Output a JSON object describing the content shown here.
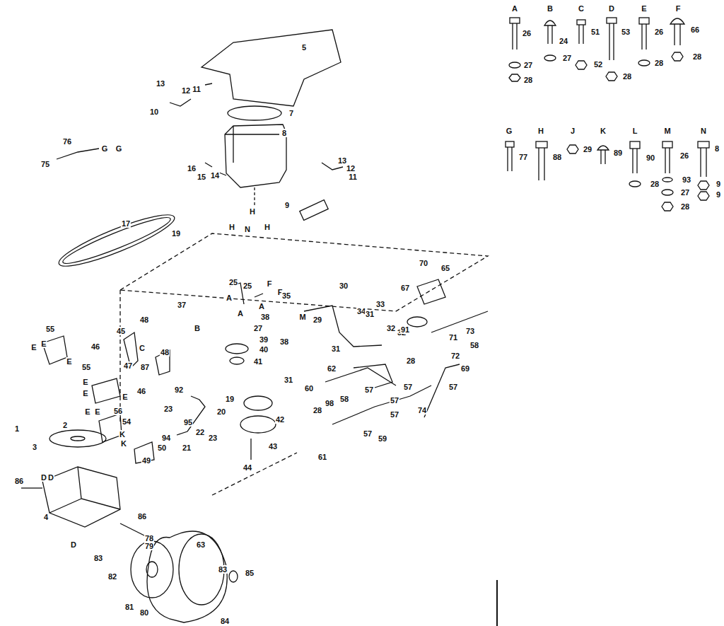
{
  "diagram": {
    "labels": [
      "A",
      "26",
      "27",
      "28",
      "B",
      "24",
      "27",
      "C",
      "51",
      "52",
      "D",
      "53",
      "28",
      "E",
      "26",
      "28",
      "F",
      "66",
      "28",
      "G",
      "77",
      "H",
      "88",
      "J",
      "29",
      "K",
      "89",
      "L",
      "90",
      "28",
      "M",
      "26",
      "93",
      "27",
      "28",
      "N",
      "8",
      "9",
      "9",
      "5",
      "7",
      "8",
      "13",
      "12",
      "11",
      "10",
      "16",
      "15",
      "14",
      "13",
      "12",
      "11",
      "9",
      "76",
      "G",
      "G",
      "75",
      "17",
      "19",
      "H",
      "H",
      "N",
      "H",
      "25",
      "25",
      "F",
      "F",
      "35",
      "37",
      "A",
      "A",
      "A",
      "38",
      "M",
      "38",
      "27",
      "39",
      "40",
      "41",
      "B",
      "45",
      "48",
      "C",
      "48",
      "46",
      "47",
      "87",
      "46",
      "55",
      "E",
      "E",
      "E",
      "55",
      "E",
      "E",
      "E",
      "E",
      "E",
      "56",
      "54",
      "K",
      "K",
      "92",
      "19",
      "20",
      "23",
      "95",
      "94",
      "22",
      "23",
      "21",
      "42",
      "43",
      "44",
      "30",
      "29",
      "34",
      "31",
      "33",
      "32",
      "32",
      "31",
      "31",
      "62",
      "60",
      "58",
      "57",
      "57",
      "57",
      "57",
      "28",
      "98",
      "59",
      "57",
      "61",
      "70",
      "65",
      "67",
      "91",
      "73",
      "71",
      "58",
      "72",
      "28",
      "69",
      "57",
      "74",
      "1",
      "2",
      "3",
      "86",
      "D",
      "D",
      "4",
      "50",
      "49",
      "86",
      "78",
      "79",
      "D",
      "83",
      "82",
      "81",
      "80",
      "63",
      "83",
      "85",
      "84"
    ]
  }
}
